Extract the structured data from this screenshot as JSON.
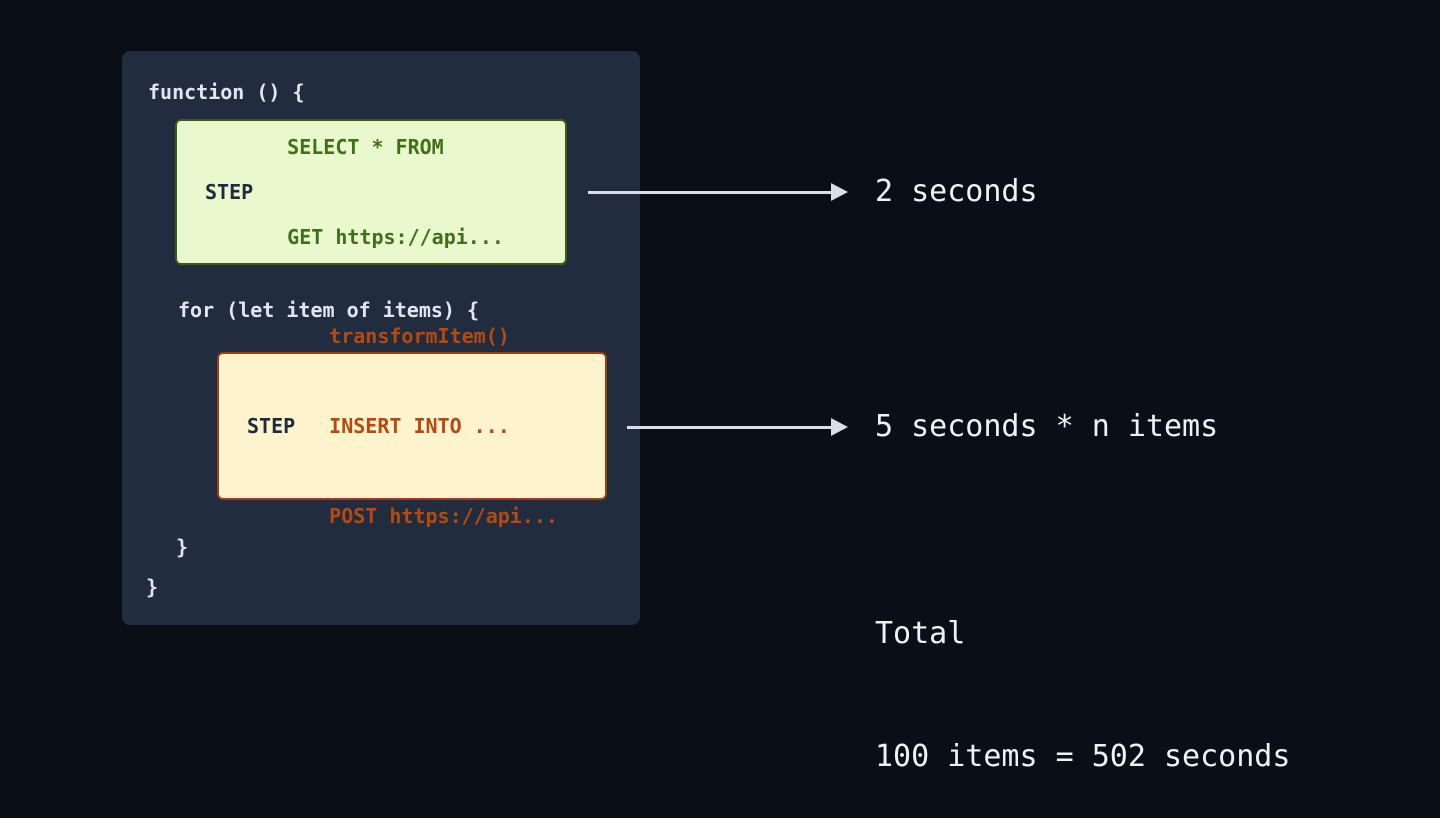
{
  "colors": {
    "bg": "#0a0e17",
    "panel-bg": "#212c3e",
    "code-text": "#dfe6ef",
    "step1-bg": "#eaf9cd",
    "step1-border": "#3c5d13",
    "step1-text": "#41701b",
    "step2-bg": "#fdf3cd",
    "step2-border": "#9c3f10",
    "step2-text": "#b34a12",
    "step-label": "#1e2b3d",
    "arrow": "#d8dfe9",
    "annotation-text": "#eef2f7"
  },
  "code_panel": {
    "function_open": "function () {",
    "for_open": "for (let item of items) {",
    "for_close": "}",
    "function_close": "}"
  },
  "step1": {
    "label": "STEP",
    "lines": [
      "SELECT * FROM",
      "GET https://api..."
    ]
  },
  "step2": {
    "label": "STEP",
    "lines": [
      "transformItem()",
      "INSERT INTO ...",
      "POST https://api..."
    ]
  },
  "annotations": {
    "step1_time": "2 seconds",
    "step2_time": "5 seconds * n items",
    "total_label": "Total",
    "total_line": "100 items = 502 seconds"
  }
}
